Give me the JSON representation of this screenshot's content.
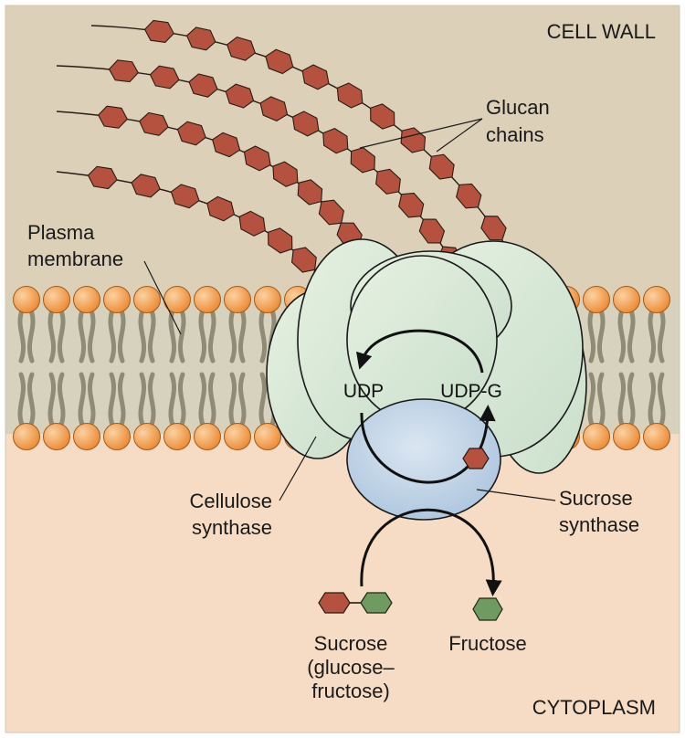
{
  "regions": {
    "top": "CELL WALL",
    "bottom": "CYTOPLASM"
  },
  "labels": {
    "glucan_1": "Glucan",
    "glucan_2": "chains",
    "plasma_1": "Plasma",
    "plasma_2": "membrane",
    "cellulose_1": "Cellulose",
    "cellulose_2": "synthase",
    "sucrose_synth_1": "Sucrose",
    "sucrose_synth_2": "synthase",
    "udp": "UDP",
    "udpg": "UDP-G",
    "sucrose_1": "Sucrose",
    "sucrose_2": "(glucose–",
    "sucrose_3": "fructose)",
    "fructose": "Fructose"
  },
  "colors": {
    "cell_wall": "#dcd0b8",
    "cytoplasm": "#f6dcc4",
    "membrane_core": "#d7d2bd",
    "lipid_head": "#f0913a",
    "lipid_tail": "#8f8b74",
    "glucose": "#b5513f",
    "fructose": "#6f9a62",
    "cellulose_synthase": "#d5e6cf",
    "sucrose_synthase": "#b7cde2"
  }
}
